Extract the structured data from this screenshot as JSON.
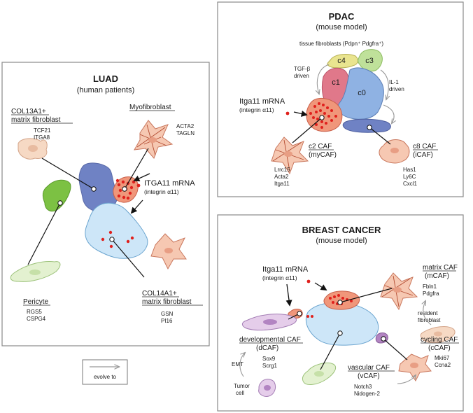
{
  "luad": {
    "title": "LUAD",
    "subtitle": "(human patients)",
    "col13": {
      "line1": "COL13A1+",
      "line2": "matrix fibroblast",
      "genes": [
        "TCF21",
        "ITGA8"
      ]
    },
    "myo": {
      "name": "Myofibroblast",
      "genes": [
        "ACTA2",
        "TAGLN"
      ]
    },
    "mrna": {
      "line1": "ITGA11 mRNA",
      "line2": "(integrin α11)"
    },
    "pericyte": {
      "name": "Pericyte",
      "genes": [
        "RGS5",
        "CSPG4"
      ]
    },
    "col14": {
      "line1": "COL14A1+",
      "line2": "matrix fibroblast",
      "genes": [
        "GSN",
        "PI16"
      ]
    }
  },
  "legend": {
    "label": "evolve to"
  },
  "pdac": {
    "title": "PDAC",
    "subtitle": "(mouse model)",
    "tissue": "tissue fibroblasts (Pdpn⁺ Pdgfra⁺)",
    "clusters": [
      "c4",
      "c3",
      "c1",
      "c0"
    ],
    "tgf": {
      "line1": "TGF-β",
      "line2": "driven"
    },
    "il1": {
      "line1": "IL-1",
      "line2": "driven"
    },
    "mrna": {
      "line1": "Itga11 mRNA",
      "line2": "(integrin α11)"
    },
    "c2": {
      "line1": "c2 CAF",
      "line2": "(myCAF)",
      "genes": [
        "Lrrc15",
        "Acta2",
        "Itga11"
      ]
    },
    "c8": {
      "line1": "c8 CAF",
      "line2": "(iCAF)",
      "genes": [
        "Has1",
        "Ly6C",
        "Cxcl1"
      ]
    }
  },
  "breast": {
    "title": "BREAST CANCER",
    "subtitle": "(mouse model)",
    "mrna": {
      "line1": "Itga11 mRNA",
      "line2": "(integrin α11)"
    },
    "mcaf": {
      "line1": "matrix CAF",
      "line2": "(mCAF)",
      "genes": [
        "Fbln1",
        "Pdgfra"
      ]
    },
    "resident": {
      "line1": "resident",
      "line2": "fibroblast"
    },
    "dcaf": {
      "line1": "developmental CAF",
      "line2": "(dCAF)",
      "genes": [
        "Sox9",
        "Scrg1"
      ]
    },
    "emt": "EMT",
    "tumor": {
      "line1": "Tumor",
      "line2": "cell"
    },
    "ccaf": {
      "line1": "cycling CAF",
      "line2": "(cCAF)",
      "genes": [
        "Mki67",
        "Ccna2"
      ]
    },
    "vcaf": {
      "line1": "vascular CAF",
      "line2": "(vCAF)",
      "genes": [
        "Notch3",
        "Nidogen-2"
      ]
    }
  },
  "colors": {
    "blue_dark": "#6f82c4",
    "blue_mid": "#8fb2e3",
    "blue_light": "#cde6f8",
    "myo_orange": "#f0967a",
    "red_dot": "#e0201c",
    "green_pericyte": "#7cc143",
    "pink_c1": "#e0788a",
    "yellow_c4": "#e9e48f",
    "green_c3": "#bfe19a",
    "purple": "#b284c2"
  }
}
